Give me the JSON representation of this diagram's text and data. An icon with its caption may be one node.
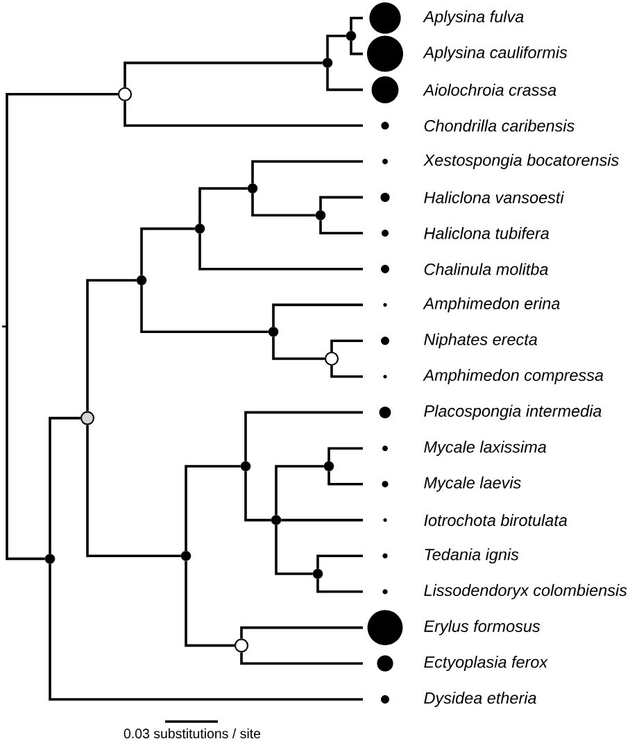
{
  "diagram": {
    "nodes": [
      {
        "text": [],
        "shape": "circle"
      },
      {
        "text": [],
        "shape": "circle"
      },
      {
        "text": [],
        "shape": "circle"
      },
      {
        "text": [
          "Aplysina fulva"
        ]
      },
      {
        "text": [
          "Aplysina cauliformis"
        ]
      },
      {
        "text": [
          "Aiolochroia crassa"
        ]
      },
      {
        "text": [
          "Chondrilla caribensis"
        ]
      },
      {
        "text": [],
        "shape": "circle"
      },
      {
        "text": [],
        "shape": "circle"
      },
      {
        "text": [],
        "shape": "circle"
      },
      {
        "text": [],
        "shape": "circle"
      },
      {
        "text": [],
        "shape": "circle"
      },
      {
        "text": [
          "Xestospongia bocatorensis"
        ]
      },
      {
        "text": [],
        "shape": "circle"
      },
      {
        "text": [
          "Haliclona vansoesti"
        ]
      },
      {
        "text": [
          "Haliclona tubifera"
        ]
      },
      {
        "text": [
          "Chalinula molitba"
        ]
      },
      {
        "text": [],
        "shape": "circle"
      },
      {
        "text": [
          "Amphimedon erina"
        ]
      },
      {
        "text": [],
        "shape": "circle"
      },
      {
        "text": [
          "Niphates erecta"
        ]
      },
      {
        "text": [
          "Amphimedon compressa"
        ]
      },
      {
        "text": [],
        "shape": "circle"
      },
      {
        "text": [],
        "shape": "circle"
      },
      {
        "text": [
          "Placospongia intermedia"
        ]
      },
      {
        "text": [],
        "shape": "circle"
      },
      {
        "text": [],
        "shape": "circle"
      },
      {
        "text": [
          "Mycale laxissima"
        ]
      },
      {
        "text": [
          "Mycale laevis"
        ]
      },
      {
        "text": [
          "Iotrochota birotulata"
        ]
      },
      {
        "text": [],
        "shape": "circle"
      },
      {
        "text": [
          "Tedania ignis"
        ]
      },
      {
        "text": [
          "Lissodendoryx colombiensis"
        ]
      },
      {
        "text": [],
        "shape": "circle"
      },
      {
        "text": [
          "Erylus formosus"
        ]
      },
      {
        "text": [
          "Ectyoplasia ferox"
        ]
      },
      {
        "text": [
          "Dysidea etheria"
        ]
      }
    ],
    "edges": [
      {
        "from": 0,
        "to": 7,
        "arrow": "none"
      },
      {
        "from": 0,
        "to": 1,
        "arrow": "none"
      },
      {
        "from": 0,
        "to": 6,
        "arrow": "none"
      },
      {
        "from": 1,
        "to": 2,
        "arrow": "none"
      },
      {
        "from": 1,
        "to": 5,
        "arrow": "none"
      },
      {
        "from": 2,
        "to": 3,
        "arrow": "none"
      },
      {
        "from": 2,
        "to": 4,
        "arrow": "none"
      },
      {
        "from": 7,
        "to": 8,
        "arrow": "none"
      },
      {
        "from": 7,
        "to": 36,
        "arrow": "none"
      },
      {
        "from": 8,
        "to": 9,
        "arrow": "none"
      },
      {
        "from": 8,
        "to": 22,
        "arrow": "none"
      },
      {
        "from": 9,
        "to": 10,
        "arrow": "none"
      },
      {
        "from": 9,
        "to": 17,
        "arrow": "none"
      },
      {
        "from": 10,
        "to": 11,
        "arrow": "none"
      },
      {
        "from": 10,
        "to": 16,
        "arrow": "none"
      },
      {
        "from": 11,
        "to": 12,
        "arrow": "none"
      },
      {
        "from": 11,
        "to": 13,
        "arrow": "none"
      },
      {
        "from": 13,
        "to": 14,
        "arrow": "none"
      },
      {
        "from": 13,
        "to": 15,
        "arrow": "none"
      },
      {
        "from": 17,
        "to": 18,
        "arrow": "none"
      },
      {
        "from": 17,
        "to": 19,
        "arrow": "none"
      },
      {
        "from": 19,
        "to": 20,
        "arrow": "none"
      },
      {
        "from": 19,
        "to": 21,
        "arrow": "none"
      },
      {
        "from": 22,
        "to": 23,
        "arrow": "none"
      },
      {
        "from": 22,
        "to": 33,
        "arrow": "none"
      },
      {
        "from": 23,
        "to": 24,
        "arrow": "none"
      },
      {
        "from": 23,
        "to": 25,
        "arrow": "none"
      },
      {
        "from": 25,
        "to": 26,
        "arrow": "none"
      },
      {
        "from": 25,
        "to": 29,
        "arrow": "none"
      },
      {
        "from": 25,
        "to": 30,
        "arrow": "none"
      },
      {
        "from": 26,
        "to": 27,
        "arrow": "none"
      },
      {
        "from": 26,
        "to": 28,
        "arrow": "none"
      },
      {
        "from": 30,
        "to": 31,
        "arrow": "none"
      },
      {
        "from": 30,
        "to": 32,
        "arrow": "none"
      },
      {
        "from": 33,
        "to": 34,
        "arrow": "none"
      },
      {
        "from": 33,
        "to": 35,
        "arrow": "none"
      }
    ],
    "labels": [
      "0.03 substitutions / site"
    ]
  }
}
